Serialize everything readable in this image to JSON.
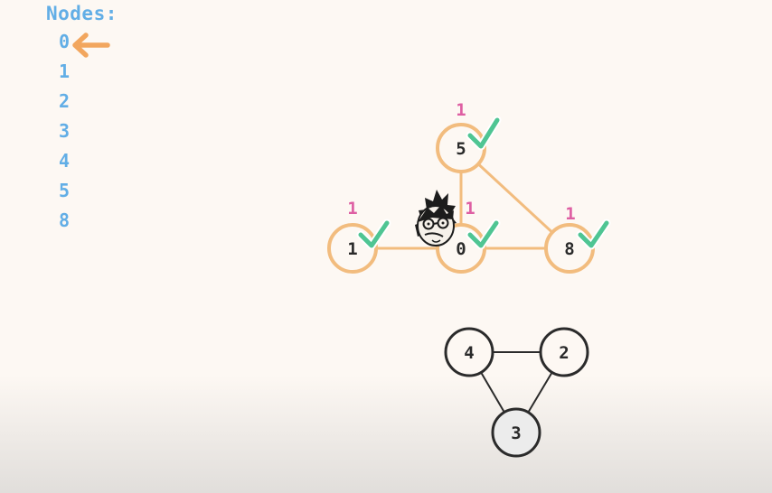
{
  "sidebar": {
    "title": "Nodes:",
    "items": [
      "0",
      "1",
      "2",
      "3",
      "4",
      "5",
      "8"
    ],
    "pointer_index": 0
  },
  "graph": {
    "visited_color": "#f2bc7e",
    "unvisited_color": "#2b2b2b",
    "check_color": "#4fc593",
    "count_color": "#de5fa3",
    "nodes": [
      {
        "id": "5",
        "visited": true,
        "count": "1"
      },
      {
        "id": "1",
        "visited": true,
        "count": "1"
      },
      {
        "id": "0",
        "visited": true,
        "count": "1"
      },
      {
        "id": "8",
        "visited": true,
        "count": "1"
      },
      {
        "id": "4",
        "visited": false
      },
      {
        "id": "2",
        "visited": false
      },
      {
        "id": "3",
        "visited": false
      }
    ],
    "edges": [
      [
        "5",
        "0"
      ],
      [
        "5",
        "8"
      ],
      [
        "1",
        "0"
      ],
      [
        "0",
        "8"
      ],
      [
        "4",
        "2"
      ],
      [
        "4",
        "3"
      ],
      [
        "2",
        "3"
      ]
    ]
  }
}
